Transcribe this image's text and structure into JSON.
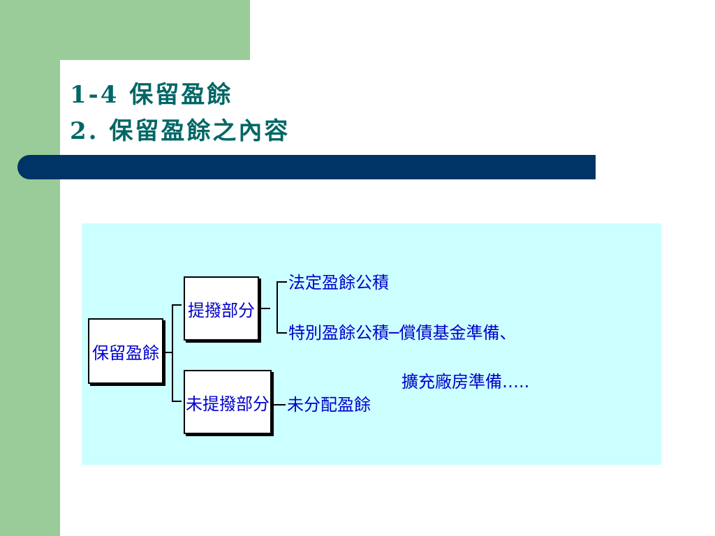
{
  "slide": {
    "title_line_1": "1-4 保留盈餘",
    "title_line_2": "2. 保留盈餘之內容"
  },
  "diagram": {
    "root": "保留盈餘",
    "branch_1": {
      "label": "提撥部分",
      "leaves": [
        "法定盈餘公積",
        "特別盈餘公積─償債基金準備、"
      ],
      "continuation": "擴充廠房準備….."
    },
    "branch_2": {
      "label": "未提撥部分",
      "leaves": [
        "未分配盈餘"
      ]
    }
  }
}
